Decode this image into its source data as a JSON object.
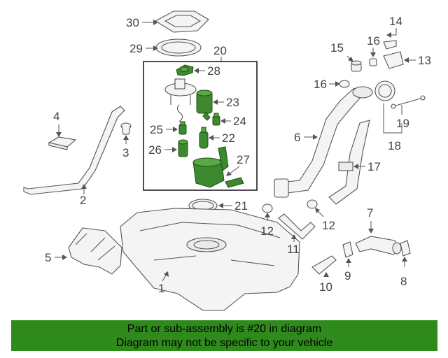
{
  "callouts": {
    "c1": "1",
    "c2": "2",
    "c3": "3",
    "c4": "4",
    "c5": "5",
    "c6": "6",
    "c7": "7",
    "c8": "8",
    "c9": "9",
    "c10": "10",
    "c11": "11",
    "c12a": "12",
    "c12b": "12",
    "c13": "13",
    "c14": "14",
    "c15": "15",
    "c16a": "16",
    "c16b": "16",
    "c17": "17",
    "c18": "18",
    "c19": "19",
    "c20": "20",
    "c21": "21",
    "c22": "22",
    "c23": "23",
    "c24": "24",
    "c25": "25",
    "c26": "26",
    "c27": "27",
    "c28": "28",
    "c29": "29",
    "c30": "30"
  },
  "highlight_color": "#3d8a2e",
  "banner": {
    "line1": "Part or sub-assembly is #20 in diagram",
    "line2": "Diagram may not be specific to your vehicle",
    "background": "#2f8a1c"
  }
}
